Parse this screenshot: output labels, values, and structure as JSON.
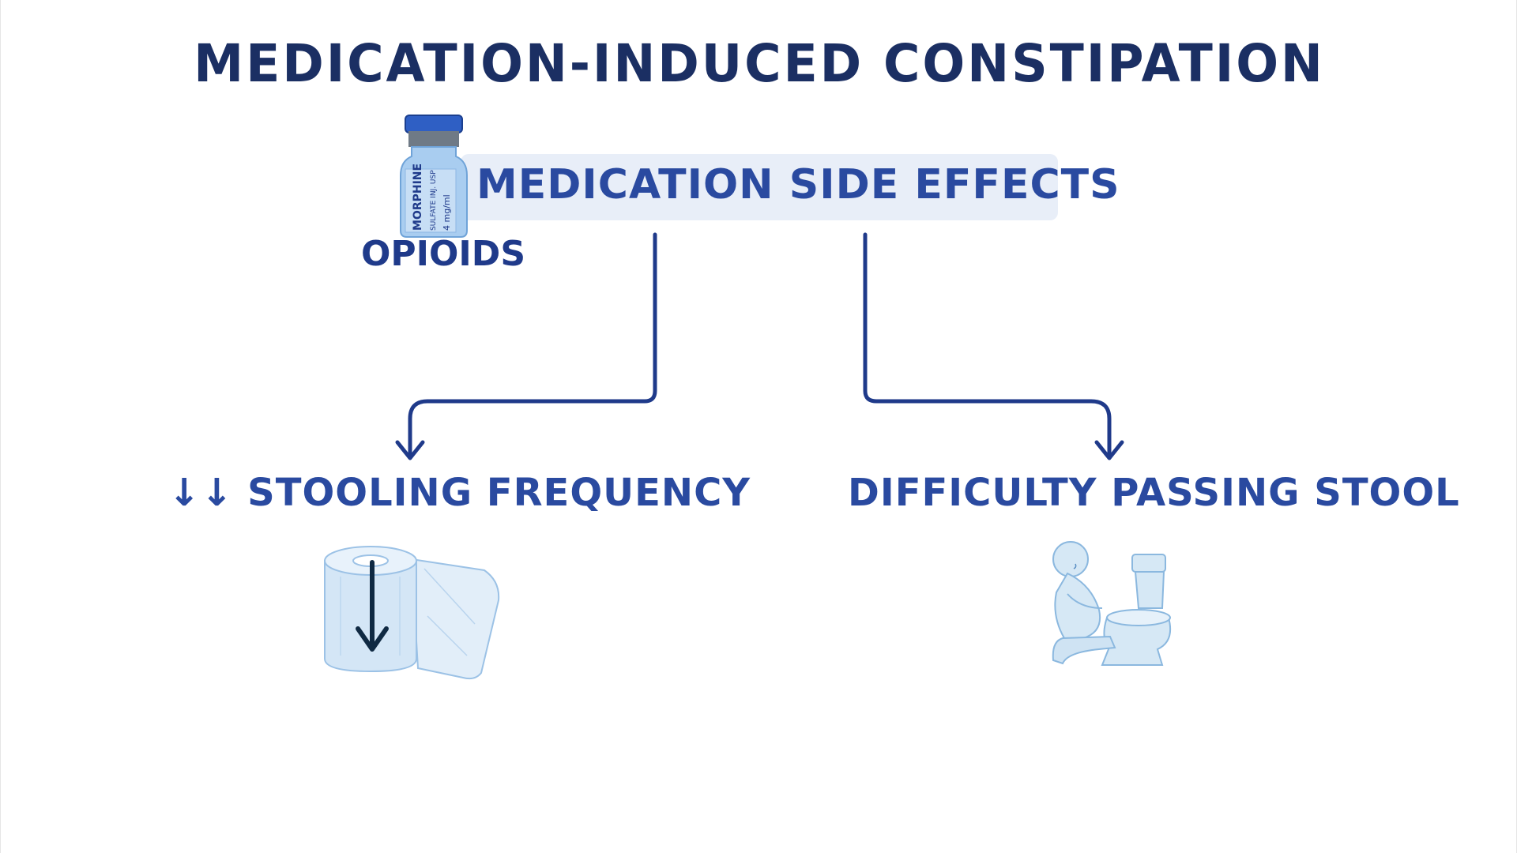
{
  "title": "MEDICATION-INDUCED CONSTIPATION",
  "center": {
    "label": "MEDICATION SIDE EFFECTS"
  },
  "drug": {
    "label": "OPIOIDS",
    "vial_text_main": "MORPHINE",
    "vial_text_sub": "SULFATE INJ. USP",
    "vial_text_dose": "4 mg/ml"
  },
  "branches": {
    "left": {
      "label": "↓↓ STOOLING FREQUENCY",
      "icon": "toilet-paper-roll-down-arrow-icon"
    },
    "right": {
      "label": "DIFFICULTY PASSING STOOL",
      "icon": "person-on-toilet-icon"
    }
  },
  "colors": {
    "title": "#1b2f63",
    "accent": "#2a4aa0",
    "label_bg": "#e8eef8",
    "illustration": "#d6e8f5"
  }
}
